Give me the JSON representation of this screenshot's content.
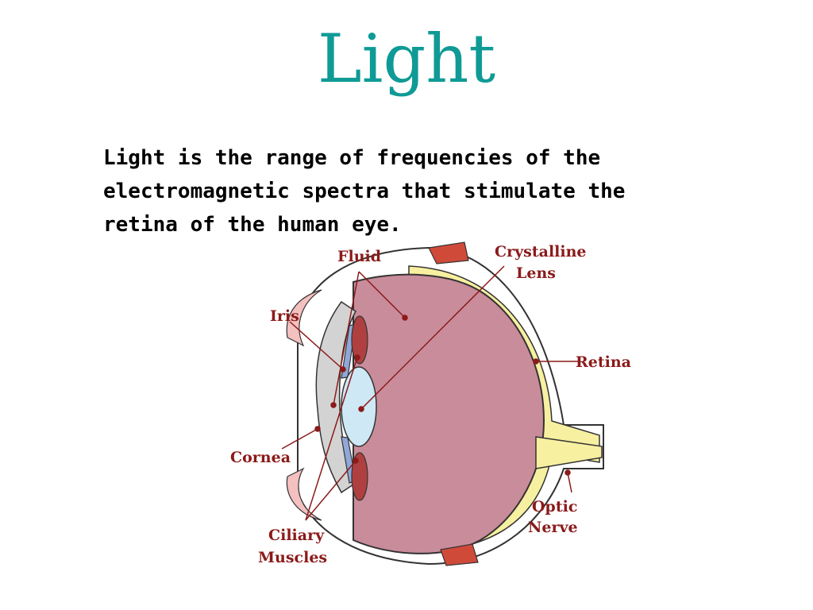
{
  "slide": {
    "title": "Light",
    "body": "Light is the range of frequencies of the electromagnetic spectra that stimulate the retina of the human eye."
  },
  "diagram": {
    "labels": {
      "fluid": "Fluid",
      "crystalline_lens_1": "Crystalline",
      "crystalline_lens_2": "Lens",
      "iris": "Iris",
      "retina": "Retina",
      "cornea": "Cornea",
      "optic_nerve_1": "Optic",
      "optic_nerve_2": "Nerve",
      "ciliary_muscles_1": "Ciliary",
      "ciliary_muscles_2": "Muscles"
    },
    "colors": {
      "title": "#0f9a96",
      "label": "#8b1a1a",
      "vitreous": "#c98c9a",
      "retina_layer": "#f7f0a0",
      "lens": "#cfe8f5",
      "iris": "#8fa8d8",
      "cornea": "#d3d3d3",
      "muscle": "#b04040",
      "eyelid": "#f4c0c0"
    }
  }
}
